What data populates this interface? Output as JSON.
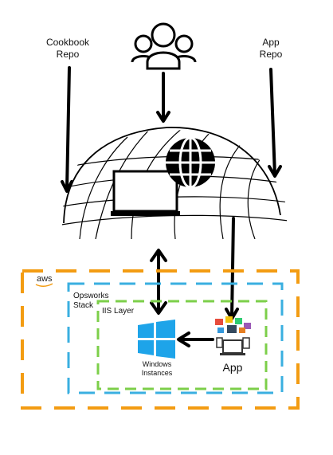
{
  "labels": {
    "cookbook_repo": "Cookbook\nRepo",
    "app_repo": "App\nRepo",
    "aws": "aws",
    "opsworks_stack": "Opsworks\nStack",
    "iis_layer": "IIS Layer",
    "windows_instances": "Windows\nInstances",
    "app": "App"
  },
  "colors": {
    "aws_border": "#f39c12",
    "stack_border": "#3aafe0",
    "layer_border": "#7ccf4a",
    "windows_logo": "#1ea4e9",
    "ink": "#000000"
  },
  "icons": [
    "users-icon",
    "globe-icon",
    "www-globe-icon",
    "laptop-icon",
    "windows-logo-icon",
    "devices-icon"
  ]
}
